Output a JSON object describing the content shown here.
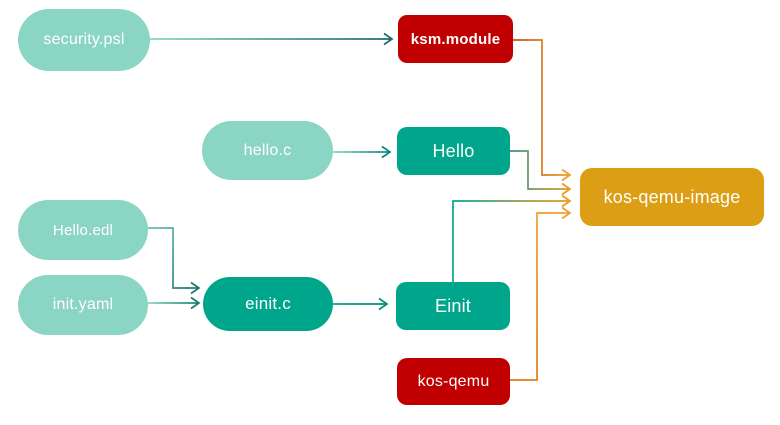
{
  "diagram": {
    "title": "build flow diagram",
    "palette": {
      "light_teal": "#8AD5C3",
      "teal": "#00A68C",
      "red": "#C00000",
      "orange": "#DC9E15",
      "arrow_teal_soft": "#63BFAD",
      "arrow_teal_mid": "#0F8578",
      "arrow_teal": "#1D7A70",
      "arrow_teal_end": "#1E6A68",
      "arrow_teal_solid": "#00897A",
      "arrow_g_teal": "#2E9383",
      "arrow_orange_deep": "#C6500F",
      "arrow_orange_mid": "#DD7D12",
      "arrow_orange": "#EB9A1C",
      "arrow_orange_bright": "#EDA02E"
    },
    "nodes": [
      {
        "id": "security-psl",
        "label": "security.psl",
        "shape": "pill",
        "fill": "#8AD5C3"
      },
      {
        "id": "hello-c",
        "label": "hello.c",
        "shape": "pill",
        "fill": "#8AD5C3"
      },
      {
        "id": "hello-edl",
        "label": "Hello.edl",
        "shape": "pill",
        "fill": "#8AD5C3"
      },
      {
        "id": "init-yaml",
        "label": "init.yaml",
        "shape": "pill",
        "fill": "#8AD5C3"
      },
      {
        "id": "einit-c",
        "label": "einit.c",
        "shape": "pill",
        "fill": "#00A68C"
      },
      {
        "id": "hello",
        "label": "Hello",
        "shape": "rect",
        "fill": "#00A68C"
      },
      {
        "id": "einit",
        "label": "Einit",
        "shape": "rect",
        "fill": "#00A68C"
      },
      {
        "id": "ksm-module",
        "label": "ksm.module",
        "shape": "rect",
        "fill": "#C00000"
      },
      {
        "id": "kos-qemu",
        "label": "kos-qemu",
        "shape": "rect",
        "fill": "#C00000"
      },
      {
        "id": "kos-qemu-image",
        "label": "kos-qemu-image",
        "shape": "rect",
        "fill": "#DC9E15"
      }
    ],
    "edges": [
      {
        "from": "security.psl",
        "to": "ksm.module"
      },
      {
        "from": "hello.c",
        "to": "Hello"
      },
      {
        "from": "Hello.edl",
        "to": "einit.c"
      },
      {
        "from": "init.yaml",
        "to": "einit.c"
      },
      {
        "from": "einit.c",
        "to": "Einit"
      },
      {
        "from": "ksm.module",
        "to": "kos-qemu-image"
      },
      {
        "from": "Hello",
        "to": "kos-qemu-image"
      },
      {
        "from": "Einit",
        "to": "kos-qemu-image"
      },
      {
        "from": "kos-qemu",
        "to": "kos-qemu-image"
      }
    ]
  }
}
